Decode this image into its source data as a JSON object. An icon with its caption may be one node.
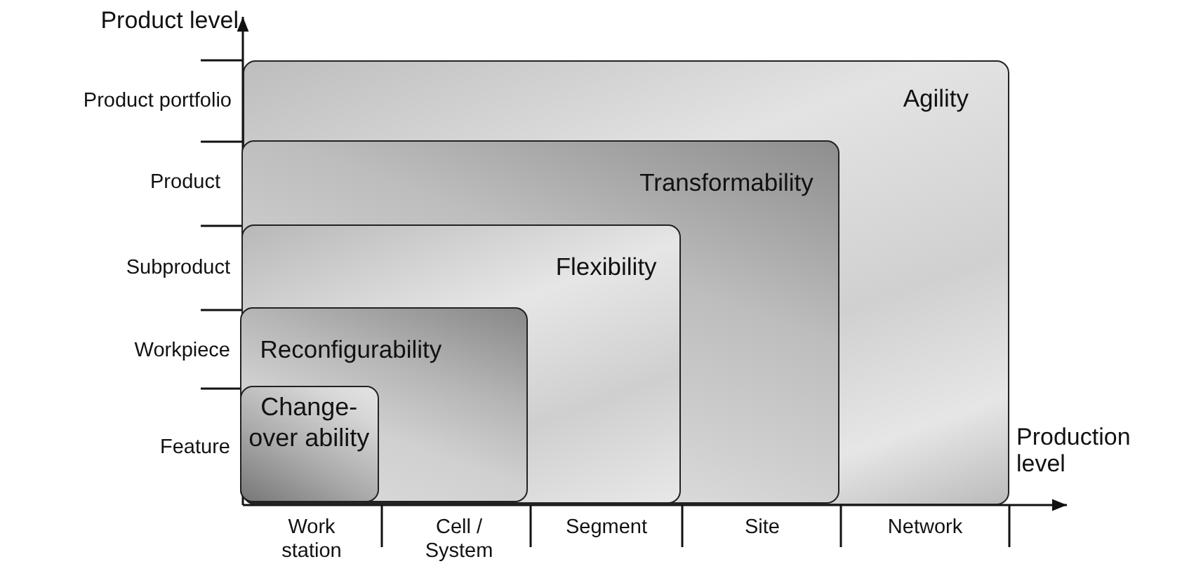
{
  "diagram": {
    "nodes": [
      {
        "text": [
          "Agility"
        ]
      },
      {
        "text": [
          "Transformability"
        ],
        "in": 0
      },
      {
        "text": [
          "Flexibility"
        ],
        "in": 1
      },
      {
        "text": [
          "Reconfigurability"
        ],
        "in": 2
      },
      {
        "text": [
          "Change-over ability"
        ],
        "in": 3
      }
    ],
    "labels": [
      "Product level",
      "Product portfolio",
      "Product",
      "Subproduct",
      "Workpiece",
      "Feature",
      "Production level",
      "Work station",
      "Cell / System",
      "Segment",
      "Site",
      "Network"
    ]
  }
}
